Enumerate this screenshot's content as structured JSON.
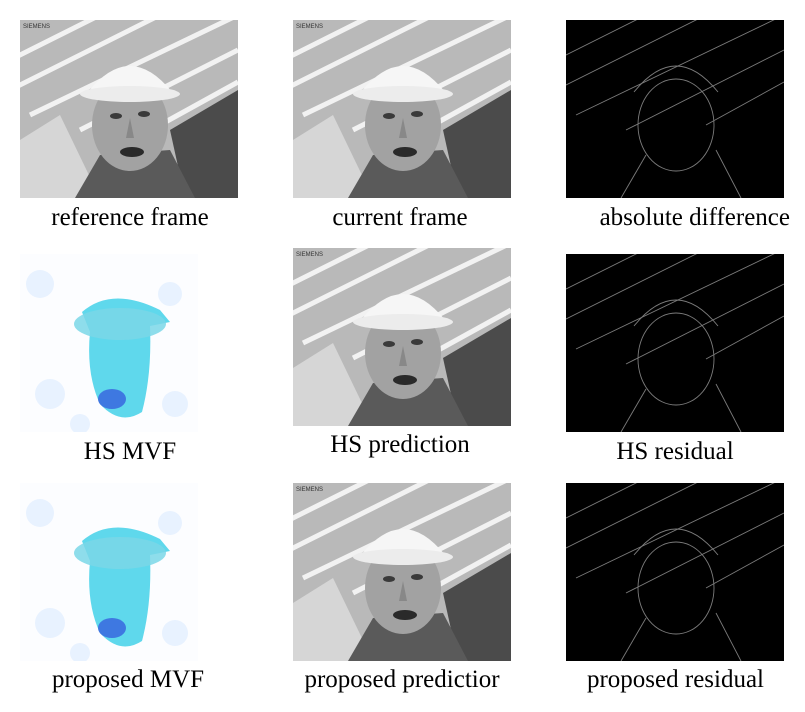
{
  "watermark": "SIEMENS",
  "captions": {
    "reference_frame": "reference frame",
    "current_frame": "current frame",
    "absolute_difference": "absolute difference",
    "hs_mvf": "HS MVF",
    "hs_prediction": "HS prediction",
    "hs_residual": "HS residual",
    "proposed_mvf": "proposed MVF",
    "proposed_prediction": "proposed predictior",
    "proposed_residual": "proposed residual"
  },
  "colors": {
    "background": "#ffffff",
    "grayscale_dark": "#101010",
    "residual_black": "#000000",
    "mvf_cyan": "#5fd8ec",
    "mvf_blue": "#3b6ee0"
  }
}
